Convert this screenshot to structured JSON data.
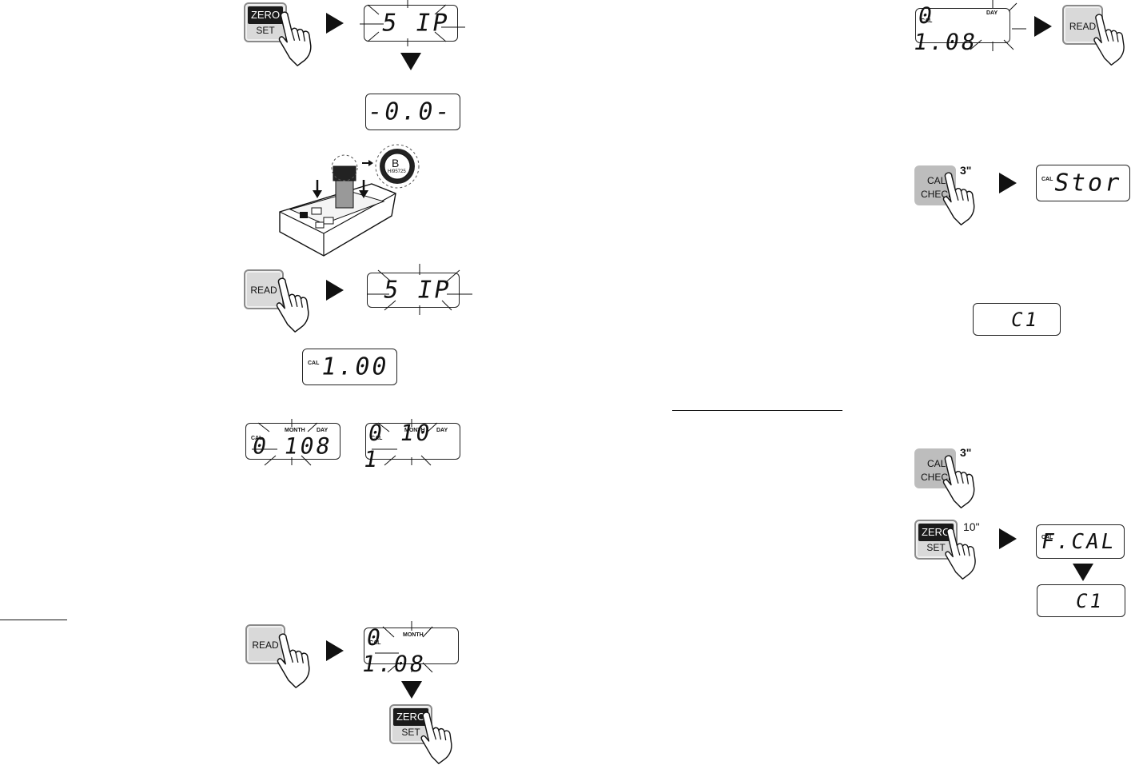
{
  "keys": {
    "zero_top": "ZERO",
    "set_bottom": "SET",
    "read": "READ",
    "cal_check_line1": "CAL",
    "cal_check_line2": "CHECK"
  },
  "displays": {
    "sip": "5 IP",
    "dash_zero": "-0.0-",
    "cal_value": "1.00",
    "date_a": "0 108",
    "date_b": "0 10 1",
    "month_date": "0 1.08",
    "day_date": "0 1.08",
    "stor": "Stor",
    "c1": "C1",
    "fcal": "F.CAL",
    "c1_bottom": "C1"
  },
  "labels": {
    "cal": "CAL",
    "month": "MONTH",
    "day": "DAY",
    "three_sec": "3\"",
    "ten_sec": "10\""
  },
  "cuvette": {
    "label": "B",
    "code": "HI95725"
  }
}
